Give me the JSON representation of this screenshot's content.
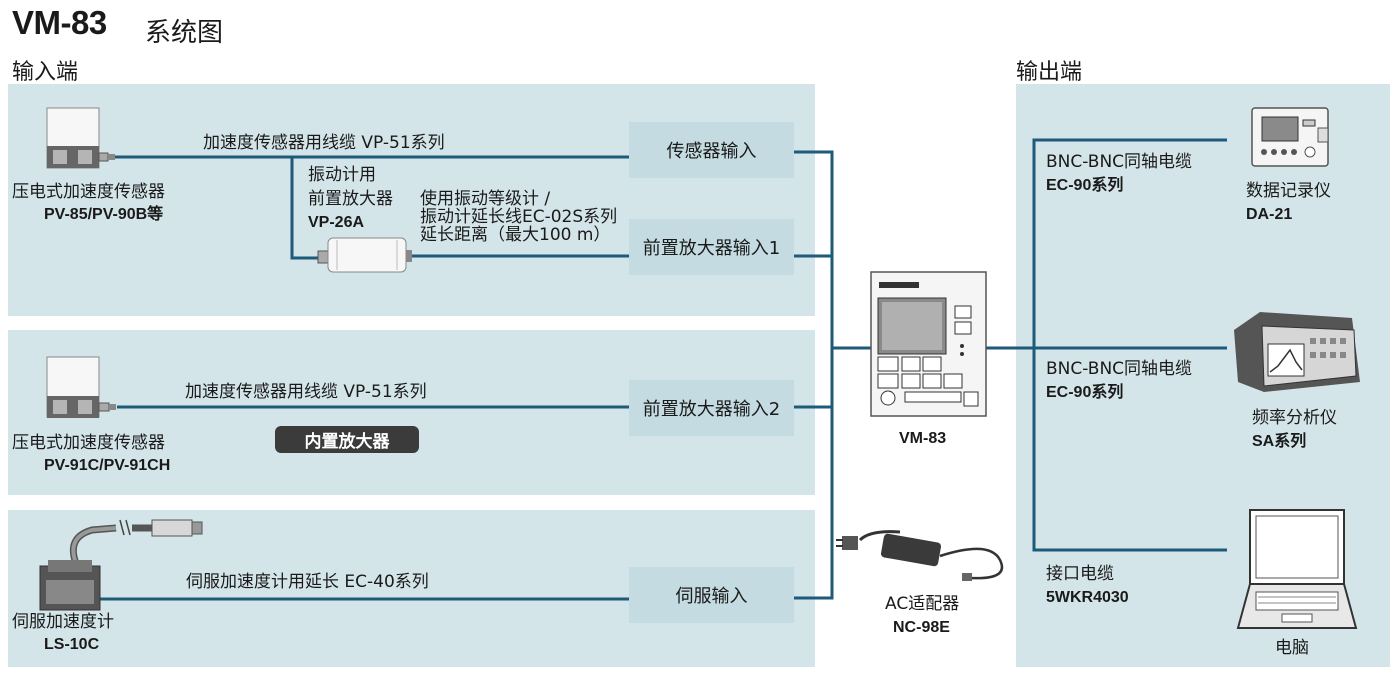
{
  "header": {
    "model": "VM-83",
    "subtitle": "系统图"
  },
  "sections": {
    "input": "输入端",
    "output": "输出端"
  },
  "inputs": {
    "sensor_in": "传感器输入",
    "preamp_in1": "前置放大器输入1",
    "preamp_in2": "前置放大器输入2",
    "servo_in": "伺服输入"
  },
  "row1": {
    "cable": "加速度传感器用线缆 VP-51系列",
    "sensor_name": "压电式加速度传感器",
    "sensor_model": "PV-85/PV-90B等",
    "preamp_l1": "振动计用",
    "preamp_l2": "前置放大器",
    "preamp_model": "VP-26A",
    "note_l1": "使用振动等级计 /",
    "note_l2": "振动计延长线EC-02S系列",
    "note_l3": "延长距离（最大100 m）"
  },
  "row2": {
    "cable": "加速度传感器用线缆 VP-51系列",
    "sensor_name": "压电式加速度传感器",
    "sensor_model": "PV-91C/PV-91CH",
    "badge": "内置放大器"
  },
  "row3": {
    "cable": "伺服加速度计用延长 EC-40系列",
    "sensor_name": "伺服加速度计",
    "sensor_model": "LS-10C"
  },
  "center": {
    "device_model": "VM-83",
    "adapter_name": "AC适配器",
    "adapter_model": "NC-98E"
  },
  "outputs": [
    {
      "cable": "BNC-BNC同轴电缆",
      "cable_model": "EC-90系列",
      "device": "数据记录仪",
      "device_model": "DA-21"
    },
    {
      "cable": "BNC-BNC同轴电缆",
      "cable_model": "EC-90系列",
      "device": "频率分析仪",
      "device_model": "SA系列"
    },
    {
      "cable": "接口电缆",
      "cable_model": "5WKR4030",
      "device": "电脑"
    }
  ],
  "colors": {
    "line": "#1e5a7a",
    "panel": "#d4e5e9",
    "box": "#c4dce1",
    "badge": "#3b3b3b"
  }
}
